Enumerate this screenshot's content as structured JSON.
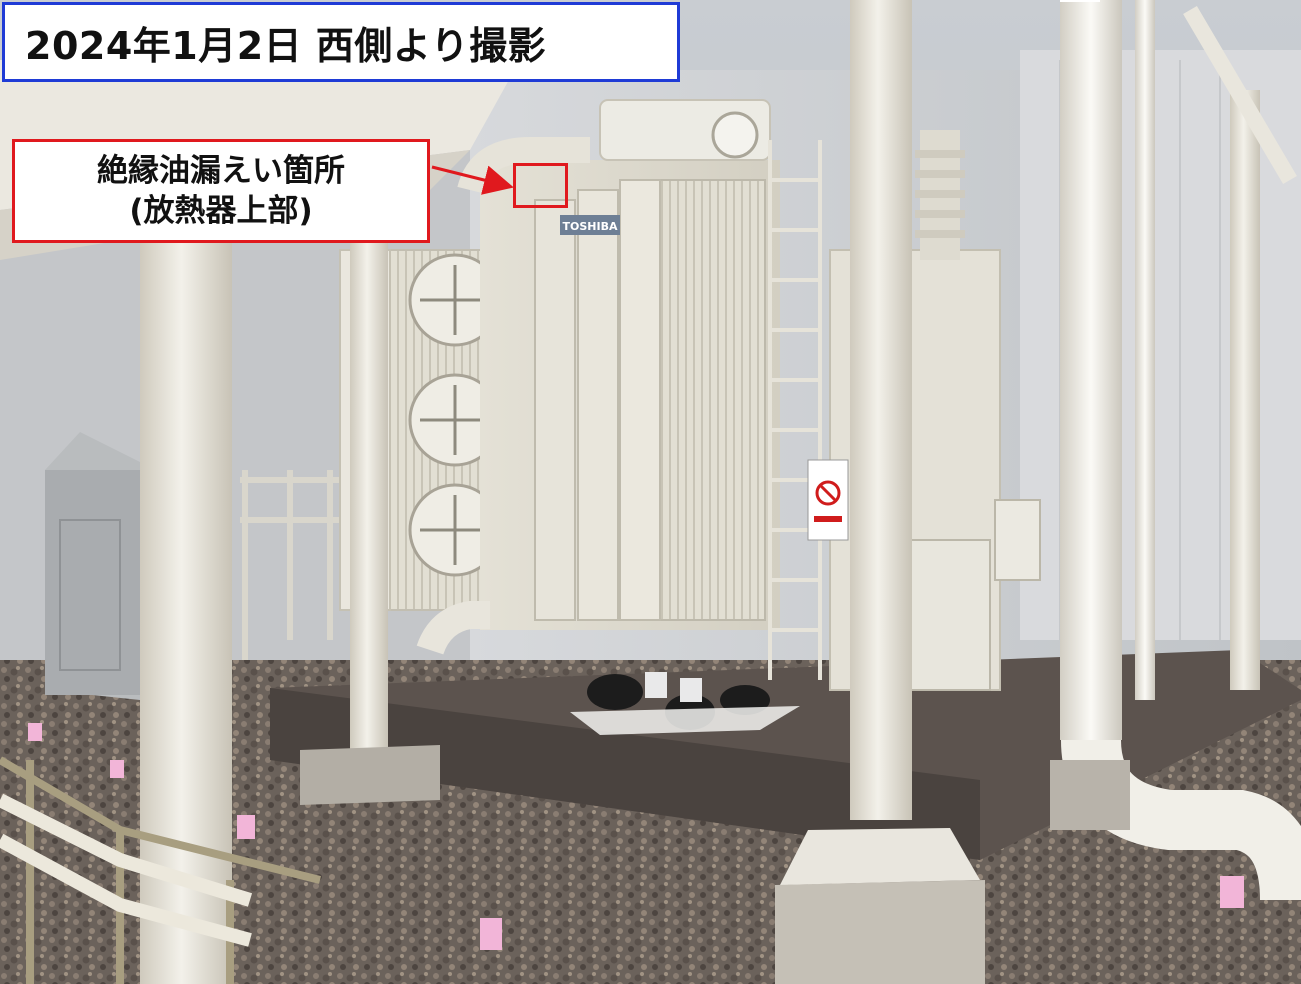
{
  "photo": {
    "title": "2024年1月2日 西側より撮影",
    "callout": {
      "line1": "絶縁油漏えい箇所",
      "line2": "(放熱器上部)"
    },
    "equipment_label": "TOSHIBA",
    "colors": {
      "title_border": "#1f3bd6",
      "callout_border": "#e0191e",
      "pointer_arrow": "#e0191e"
    }
  }
}
